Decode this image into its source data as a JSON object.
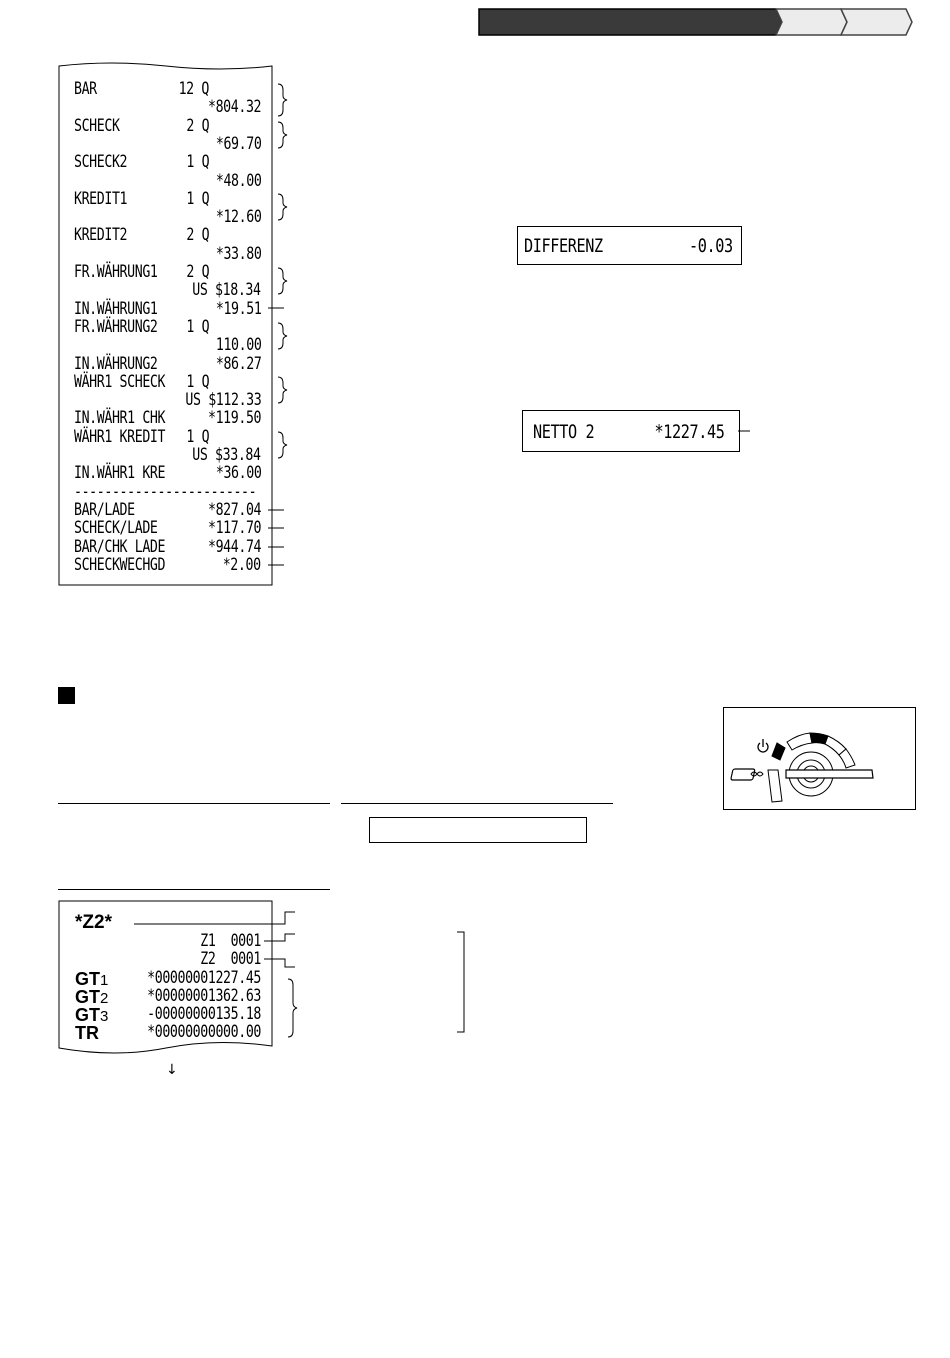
{
  "receipt1": {
    "rows": [
      {
        "label": "BAR",
        "qty": "12 Q"
      },
      {
        "amount": "*804.32"
      },
      {
        "label": "SCHECK",
        "qty": "2 Q"
      },
      {
        "amount": "*69.70"
      },
      {
        "label": "SCHECK2",
        "qty": "1 Q"
      },
      {
        "amount": "*48.00"
      },
      {
        "label": "KREDIT1",
        "qty": "1 Q"
      },
      {
        "amount": "*12.60"
      },
      {
        "label": "KREDIT2",
        "qty": "2 Q"
      },
      {
        "amount": "*33.80"
      },
      {
        "label": "FR.WÄHRUNG1",
        "qty": "2 Q"
      },
      {
        "amount": "US $18.34"
      },
      {
        "label": "IN.WÄHRUNG1",
        "amount": "*19.51"
      },
      {
        "label": "FR.WÄHRUNG2",
        "qty": "1 Q"
      },
      {
        "amount": "110.00"
      },
      {
        "label": "IN.WÄHRUNG2",
        "amount": "*86.27"
      },
      {
        "label": "WÄHR1 SCHECK",
        "qty": "1 Q"
      },
      {
        "amount": "US $112.33"
      },
      {
        "label": "IN.WÄHR1 CHK",
        "amount": "*119.50"
      },
      {
        "label": "WÄHR1 KREDIT",
        "qty": "1 Q"
      },
      {
        "amount": "US $33.84"
      },
      {
        "label": "IN.WÄHR1 KRE",
        "amount": "*36.00"
      },
      {
        "separator": "------------------------"
      },
      {
        "label": "BAR/LADE",
        "amount": "*827.04"
      },
      {
        "label": "SCHECK/LADE",
        "amount": "*117.70"
      },
      {
        "label": "BAR/CHK LADE",
        "amount": "*944.74"
      },
      {
        "label": "SCHECKWECHGD",
        "amount": "*2.00"
      }
    ]
  },
  "display_differenz": {
    "label": "DIFFERENZ",
    "value": "-0.03"
  },
  "display_netto": {
    "label": "NETTO 2",
    "value": "*1227.45"
  },
  "receipt2": {
    "title": "*Z2*",
    "z1": {
      "label": "Z1",
      "value": "0001"
    },
    "z2": {
      "label": "Z2",
      "value": "0001"
    },
    "totals": [
      {
        "label": "GT",
        "sub": "1",
        "value": "*00000001227.45"
      },
      {
        "label": "GT",
        "sub": "2",
        "value": "*00000001362.63"
      },
      {
        "label": "GT",
        "sub": "3",
        "value": "-00000000135.18"
      },
      {
        "label": "TR",
        "sub": "",
        "value": "*00000000000.00"
      }
    ]
  },
  "arrow_glyph": "↓",
  "colors": {
    "tab_dark": "#3a3a3a",
    "tab_light": "#e6e6e6"
  }
}
